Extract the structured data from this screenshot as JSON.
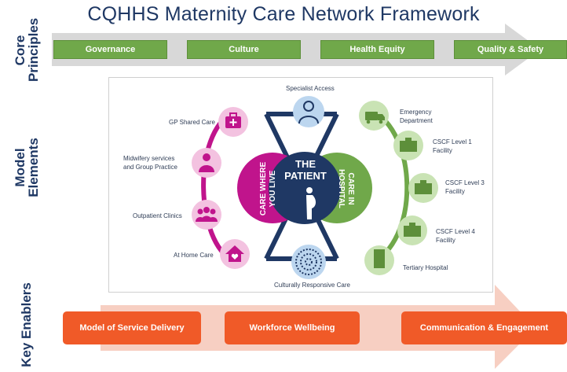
{
  "title": "CQHHS Maternity Care Network Framework",
  "side_labels": {
    "core": "Core\nPrinciples",
    "model": "Model\nElements",
    "enablers": "Key Enablers"
  },
  "principles": [
    "Governance",
    "Culture",
    "Health Equity",
    "Quality & Safety"
  ],
  "enablers": [
    "Model of Service Delivery",
    "Workforce Wellbeing",
    "Communication & Engagement"
  ],
  "diagram": {
    "center_title": "THE\nPATIENT",
    "left_wing": "CARE WHERE\nYOU LIVE",
    "right_wing": "CARE IN\nHOSPITAL",
    "top_node": "Specialist Access",
    "bottom_node": "Culturally Responsive Care",
    "left_nodes": [
      "GP Shared Care",
      "Midwifery services\nand Group Practice",
      "Outpatient Clinics",
      "At Home Care"
    ],
    "right_nodes": [
      "Emergency\nDepartment",
      "CSCF Level 1\nFacility",
      "CSCF Level 3\nFacility",
      "CSCF Level 4\nFacility",
      "Tertiary Hospital"
    ]
  },
  "colors": {
    "navy": "#1f3864",
    "green": "#70a84a",
    "light_green": "#c9e3b4",
    "magenta": "#c0148c",
    "light_pink": "#f3c2e0",
    "orange": "#f05a28",
    "light_blue": "#bcd6ef"
  },
  "icons": {
    "top": "doctor-icon",
    "bottom": "aboriginal-dot-art-icon",
    "center": "pregnant-woman-icon",
    "left": [
      "first-aid-kit-icon",
      "midwife-icon",
      "group-icon",
      "house-heart-icon"
    ],
    "right": [
      "ambulance-icon",
      "hospital-building-icon",
      "hospital-building-icon",
      "hospital-building-icon",
      "tall-hospital-icon"
    ]
  }
}
